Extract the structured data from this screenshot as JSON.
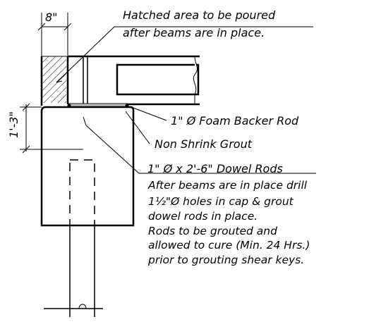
{
  "dimensions": {
    "width_dim": "8\"",
    "height_dim": "1'-3\""
  },
  "notes": {
    "hatched_line1": "Hatched area to be poured",
    "hatched_line2": "after beams are in place.",
    "foam": "1\" Ø Foam Backer Rod",
    "grout": "Non Shrink Grout",
    "dowel": "1\" Ø x 2'-6\" Dowel Rods",
    "drill_lines": [
      "After beams are in place drill",
      "1½\"Ø holes in cap & grout",
      "dowel rods in place.",
      "Rods to be grouted and",
      "allowed to cure (Min. 24 Hrs.)",
      "prior to grouting shear keys."
    ]
  },
  "colors": {
    "line": "#000000",
    "background": "#ffffff"
  }
}
